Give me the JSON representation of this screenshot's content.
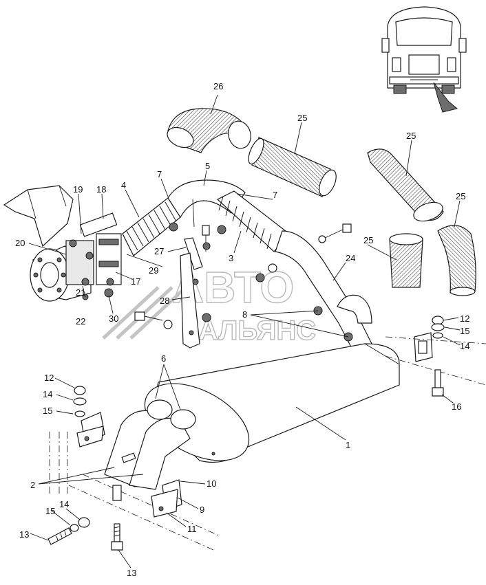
{
  "callouts": [
    {
      "id": "c26",
      "label": "26"
    },
    {
      "id": "c25a",
      "label": "25"
    },
    {
      "id": "c25b",
      "label": "25"
    },
    {
      "id": "c25c",
      "label": "25"
    },
    {
      "id": "c25d",
      "label": "25"
    },
    {
      "id": "c5",
      "label": "5"
    },
    {
      "id": "c7a",
      "label": "7"
    },
    {
      "id": "c7b",
      "label": "7"
    },
    {
      "id": "c4",
      "label": "4"
    },
    {
      "id": "c18",
      "label": "18"
    },
    {
      "id": "c19",
      "label": "19"
    },
    {
      "id": "c20",
      "label": "20"
    },
    {
      "id": "c27",
      "label": "27"
    },
    {
      "id": "c3",
      "label": "3"
    },
    {
      "id": "c24",
      "label": "24"
    },
    {
      "id": "c29",
      "label": "29"
    },
    {
      "id": "c17",
      "label": "17"
    },
    {
      "id": "c21",
      "label": "21"
    },
    {
      "id": "c22",
      "label": "22"
    },
    {
      "id": "c30",
      "label": "30"
    },
    {
      "id": "c28",
      "label": "28"
    },
    {
      "id": "c8",
      "label": "8"
    },
    {
      "id": "c12a",
      "label": "12"
    },
    {
      "id": "c15a",
      "label": "15"
    },
    {
      "id": "c14a",
      "label": "14"
    },
    {
      "id": "c16",
      "label": "16"
    },
    {
      "id": "c6",
      "label": "6"
    },
    {
      "id": "c1",
      "label": "1"
    },
    {
      "id": "c12b",
      "label": "12"
    },
    {
      "id": "c14b",
      "label": "14"
    },
    {
      "id": "c15b",
      "label": "15"
    },
    {
      "id": "c2",
      "label": "2"
    },
    {
      "id": "c10",
      "label": "10"
    },
    {
      "id": "c9",
      "label": "9"
    },
    {
      "id": "c11",
      "label": "11"
    },
    {
      "id": "c14c",
      "label": "14"
    },
    {
      "id": "c15c",
      "label": "15"
    },
    {
      "id": "c13a",
      "label": "13"
    },
    {
      "id": "c13b",
      "label": "13"
    }
  ],
  "watermark": {
    "line1": "АВТО",
    "line2": "АЛЬЯНС"
  },
  "colors": {
    "line": "#1a1a1a",
    "shade": "#6d6d6d",
    "watermark": "#b9b9b9"
  }
}
